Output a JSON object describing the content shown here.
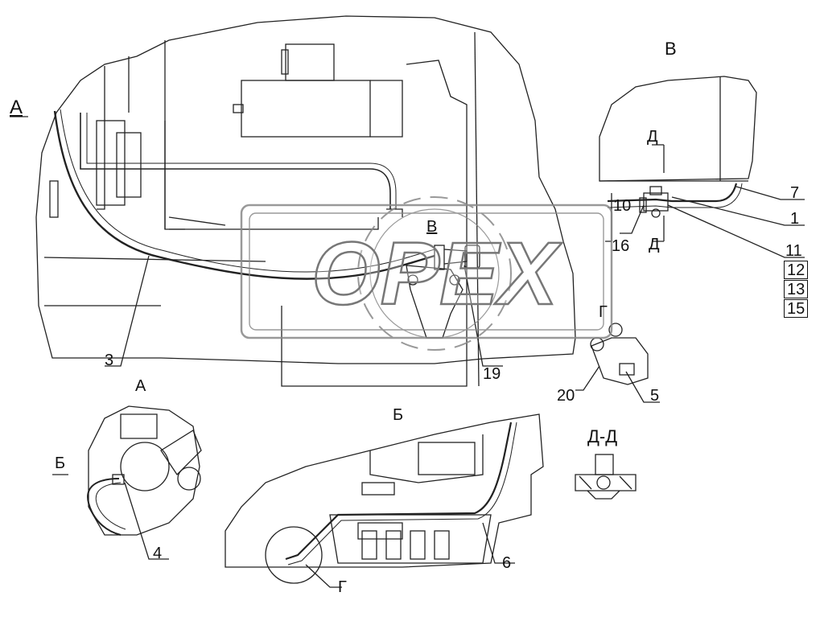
{
  "view_labels": {
    "main_view": "А",
    "view_b_top": "В",
    "view_b_small": "В",
    "detail_a": "А",
    "detail_b": "Б",
    "detail_g": "Г",
    "section_dd": "Д-Д",
    "arrow_b": "Б",
    "section_d_top": "Д",
    "section_d_bottom": "Д",
    "leader_g": "Г"
  },
  "part_numbers": {
    "p1": "1",
    "p3": "3",
    "p4": "4",
    "p5": "5",
    "p6": "6",
    "p7": "7",
    "p10": "10",
    "p11": "11",
    "p12": "12",
    "p13": "13",
    "p15": "15",
    "p16": "16",
    "p19": "19",
    "p20": "20"
  },
  "watermark": {
    "text": "OPEX"
  },
  "colors": {
    "line": "#222222",
    "watermark": "#888888",
    "background": "#ffffff"
  }
}
